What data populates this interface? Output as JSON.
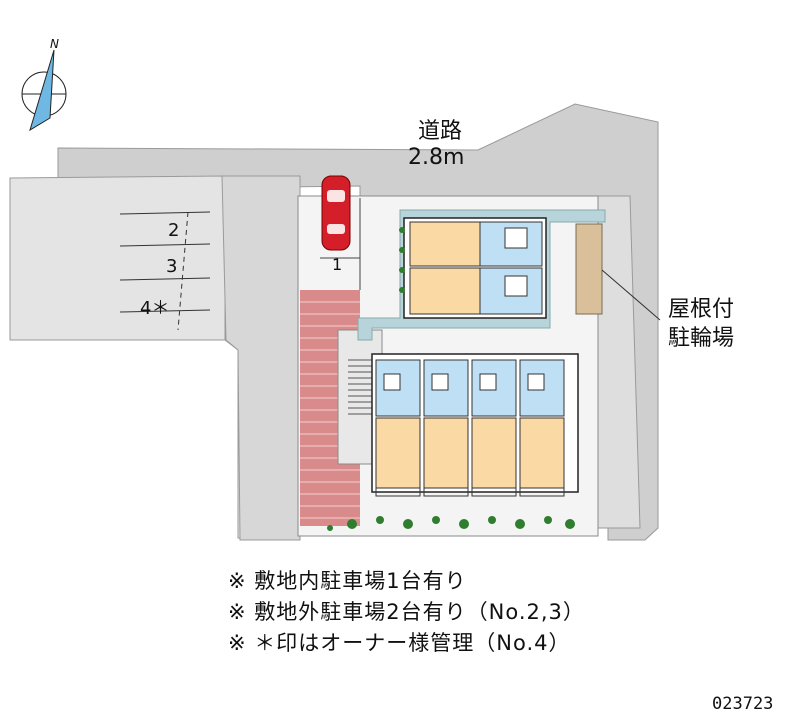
{
  "compass": {
    "north_label": "N"
  },
  "road": {
    "label": "道路",
    "width": "2.8m"
  },
  "parking": {
    "onsite": [
      "1"
    ],
    "offsite": [
      "2",
      "3",
      "4＊"
    ]
  },
  "bicycle_parking": {
    "line1": "屋根付",
    "line2": "駐輪場"
  },
  "notes": [
    "※ 敷地内駐車場1台有り",
    "※ 敷地外駐車場2台有り（No.2,3）",
    "※ ＊印はオーナー様管理（No.4）"
  ],
  "property_code": "023723",
  "colors": {
    "road": "#cfcfcf",
    "unit_floor": "#fbd9a4",
    "unit_wet": "#bfe0f4",
    "corridor": "#b8d4db",
    "brick": "#d98a8a",
    "car": "#d41f2a",
    "greenery": "#2f7d2f"
  }
}
